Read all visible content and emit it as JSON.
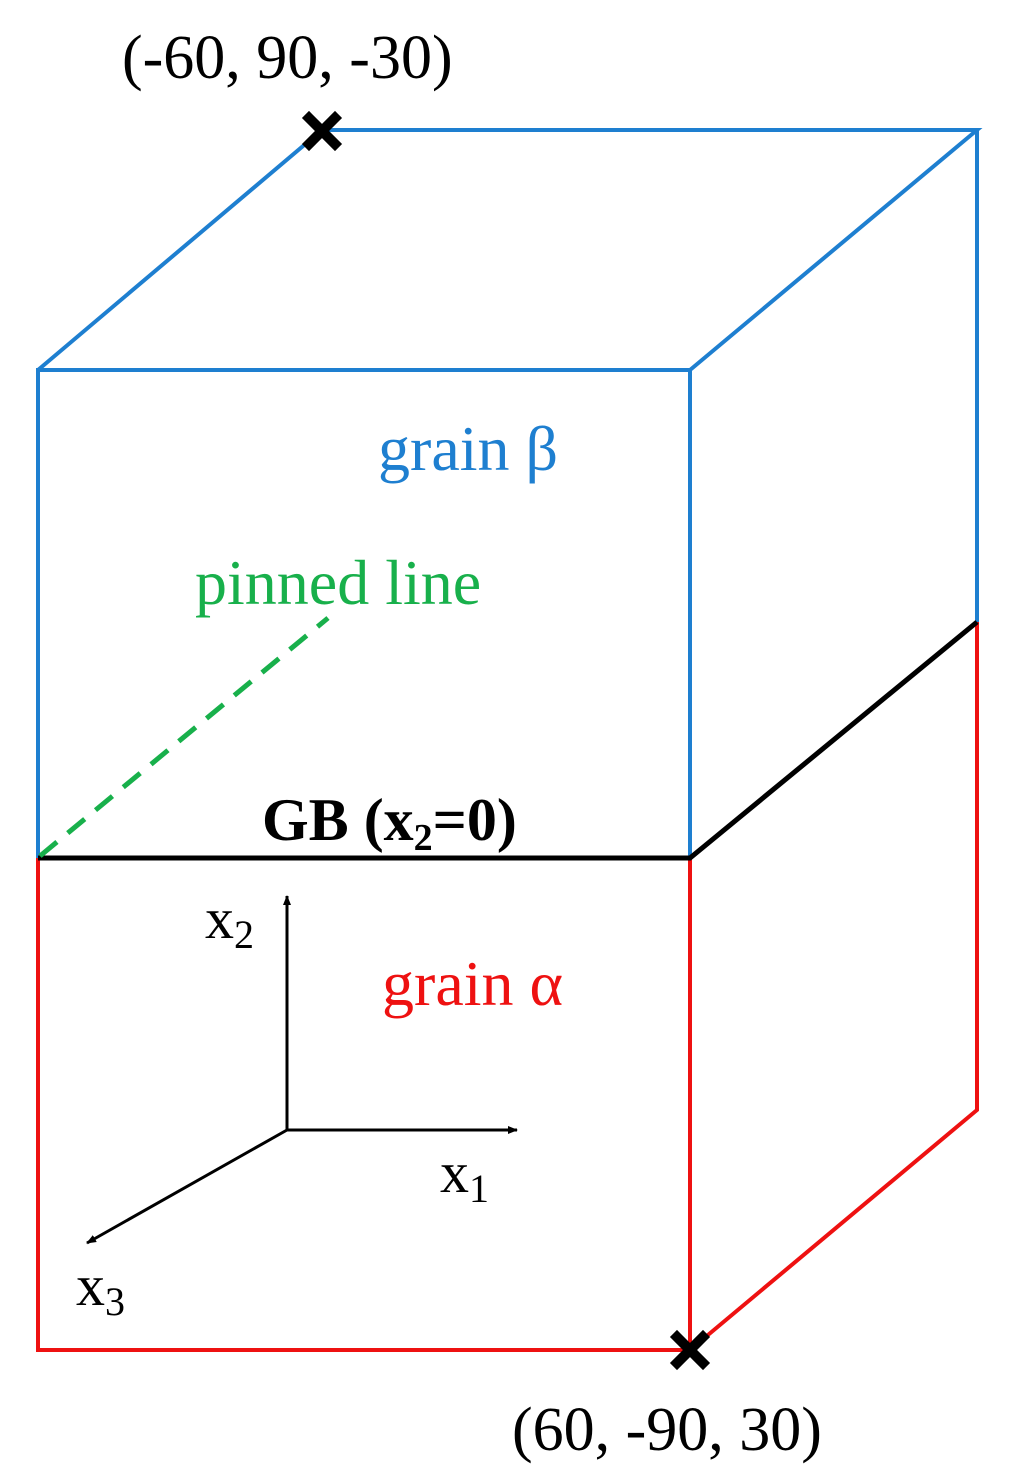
{
  "colors": {
    "grain_beta": "#1e7fd0",
    "grain_alpha": "#ee1111",
    "grain_boundary": "#000000",
    "pinned_line": "#18b04b",
    "axes": "#000000",
    "marker": "#000000"
  },
  "labels": {
    "corner_top": "(-60, 90, -30)",
    "corner_bottom": "(60, -90, 30)",
    "grain_beta": "grain β",
    "grain_alpha": "grain α",
    "pinned_line": "pinned line",
    "gb_prefix": "GB (x",
    "gb_sub": "2",
    "gb_suffix": "=0)"
  },
  "axes": {
    "x1_base": "x",
    "x1_sub": "1",
    "x2_base": "x",
    "x2_sub": "2",
    "x3_base": "x",
    "x3_sub": "3"
  },
  "icons": {
    "corner_marker": "x-mark-icon"
  }
}
